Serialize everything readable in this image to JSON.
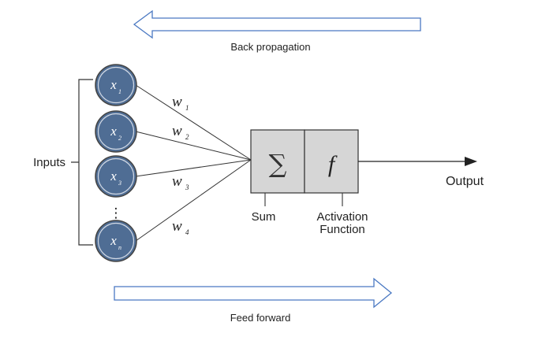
{
  "arrows": {
    "back_label": "Back propagation",
    "forward_label": "Feed forward",
    "arrow_color": "#4a78c2"
  },
  "inputs": {
    "label": "Inputs",
    "ellipsis": "⋮",
    "nodes": [
      {
        "var": "x",
        "sub": "1"
      },
      {
        "var": "x",
        "sub": "2"
      },
      {
        "var": "x",
        "sub": "3"
      },
      {
        "var": "x",
        "sub": "n"
      }
    ],
    "node_color": "#4f6d94"
  },
  "weights": [
    {
      "var": "w",
      "sub": "1"
    },
    {
      "var": "w",
      "sub": "2"
    },
    {
      "var": "w",
      "sub": "3"
    },
    {
      "var": "w",
      "sub": "4"
    }
  ],
  "neuron": {
    "sum_symbol": "∑",
    "activation_symbol": "f",
    "sum_label": "Sum",
    "activation_label_line1": "Activation",
    "activation_label_line2": "Function",
    "box_color": "#d6d6d6"
  },
  "output": {
    "label": "Output"
  }
}
